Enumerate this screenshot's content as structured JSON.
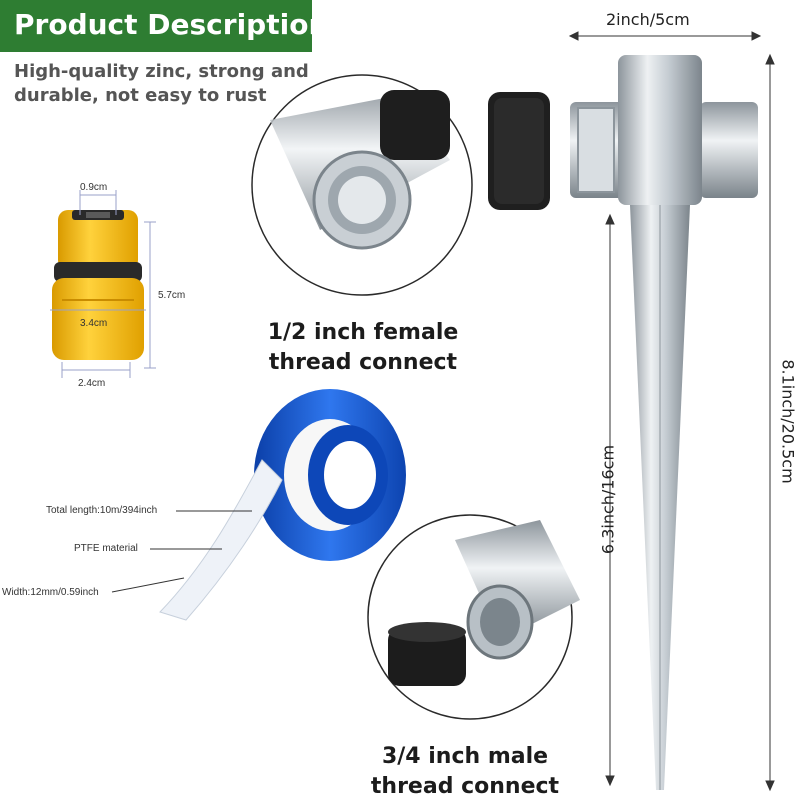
{
  "banner": {
    "title": "Product Description"
  },
  "description": {
    "line1": "High-quality zinc, strong and",
    "line2": "durable, not easy to rust"
  },
  "connector": {
    "dim_top": "0.9cm",
    "dim_height": "5.7cm",
    "dim_mid": "3.4cm",
    "dim_bottom": "2.4cm"
  },
  "tape": {
    "total_length": "Total length:10m/394inch",
    "material": "PTFE material",
    "width": "Width:12mm/0.59inch"
  },
  "female_thread": {
    "line1": "1/2 inch female",
    "line2": "thread connect"
  },
  "male_thread": {
    "line1": "3/4 inch male",
    "line2": "thread connect"
  },
  "sprinkler_dims": {
    "width": "2inch/5cm",
    "spike": "6.3inch/16cm",
    "total": "8.1inch/20.5cm"
  },
  "colors": {
    "banner_green": "#2e7d32",
    "connector_yellow": "#f5b400",
    "tape_blue": "#1f5fd6",
    "metal": "#b9c1c8"
  }
}
